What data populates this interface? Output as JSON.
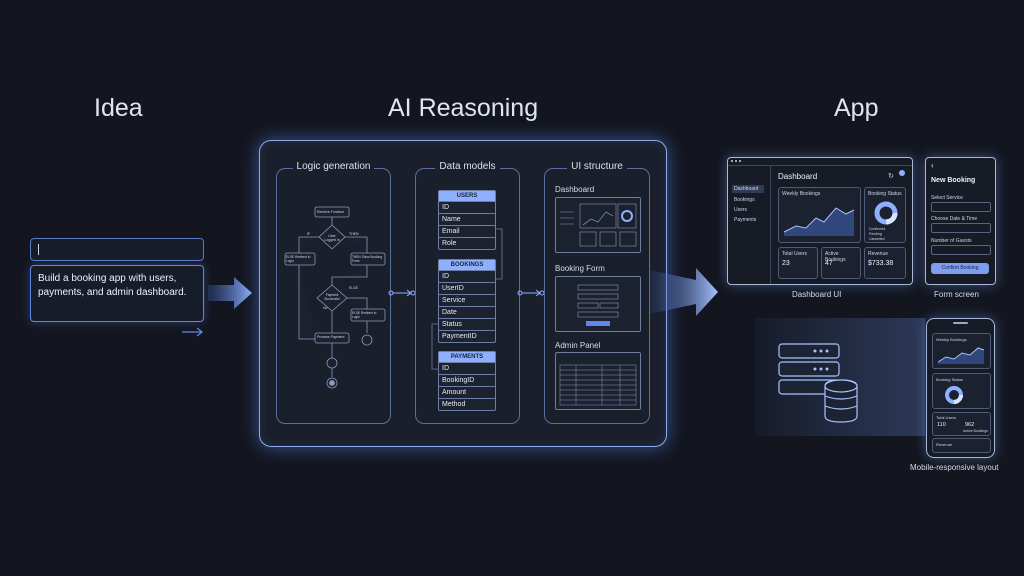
{
  "stages": {
    "idea": "Idea",
    "reasoning": "AI Reasoning",
    "app": "App"
  },
  "prompt": {
    "text": "Build a booking app with users, payments, and admin dashboard."
  },
  "columns": {
    "logic": "Logic generation",
    "data": "Data models",
    "ui": "UI structure"
  },
  "flowchart": {
    "n1": "Receive Function",
    "n2": "User Logged in",
    "n3": "ELSE Redirect to Login",
    "n4": "THEN Show Booking Form",
    "n5": "Payment Successful",
    "n6": "ELSE Redirect to Login",
    "n7": "Process Payment",
    "if": "IF",
    "then": "THEN",
    "else": "ELSE",
    "no": "No"
  },
  "tables": [
    {
      "name": "USERS",
      "rows": [
        "ID",
        "Name",
        "Email",
        "Role"
      ]
    },
    {
      "name": "BOOKINGS",
      "rows": [
        "ID",
        "UserID",
        "Service",
        "Date",
        "Status",
        "PaymentID"
      ]
    },
    {
      "name": "PAYMENTS",
      "rows": [
        "ID",
        "BookingID",
        "Amount",
        "Method"
      ]
    }
  ],
  "ui_sections": {
    "dashboard": "Dashboard",
    "booking": "Booking Form",
    "admin": "Admin Panel"
  },
  "dashboard_ui": {
    "title": "Dashboard",
    "nav": [
      "Dashboard",
      "Bookings",
      "Users",
      "Payments"
    ],
    "weekly": "Weekly Bookings",
    "status": "Booking Status",
    "legend": [
      "Confirmed",
      "Pending",
      "Cancelled"
    ],
    "stats": [
      {
        "label": "Total Users",
        "value": "23"
      },
      {
        "label": "Active Bookings",
        "value": "47"
      },
      {
        "label": "Revenue",
        "value": "$733.38"
      }
    ],
    "caption": "Dashboard UI"
  },
  "form_screen": {
    "back": "‹",
    "title": "New Booking",
    "f1": "Select Service",
    "f2": "Choose Date & Time",
    "f3": "Number of Guests",
    "button": "Confirm Booking",
    "caption": "Form screen"
  },
  "mobile": {
    "weekly": "Weekly Bookings",
    "status": "Booking Status",
    "total": "Total Users",
    "v1": "110",
    "v2": "962",
    "l2": "Active Bookings",
    "revenue": "Revenue",
    "caption": "Mobile-responsive layout"
  },
  "colors": {
    "accent": "#5f86e8",
    "highlight": "#8fb0ff",
    "bg": "#13161f"
  }
}
